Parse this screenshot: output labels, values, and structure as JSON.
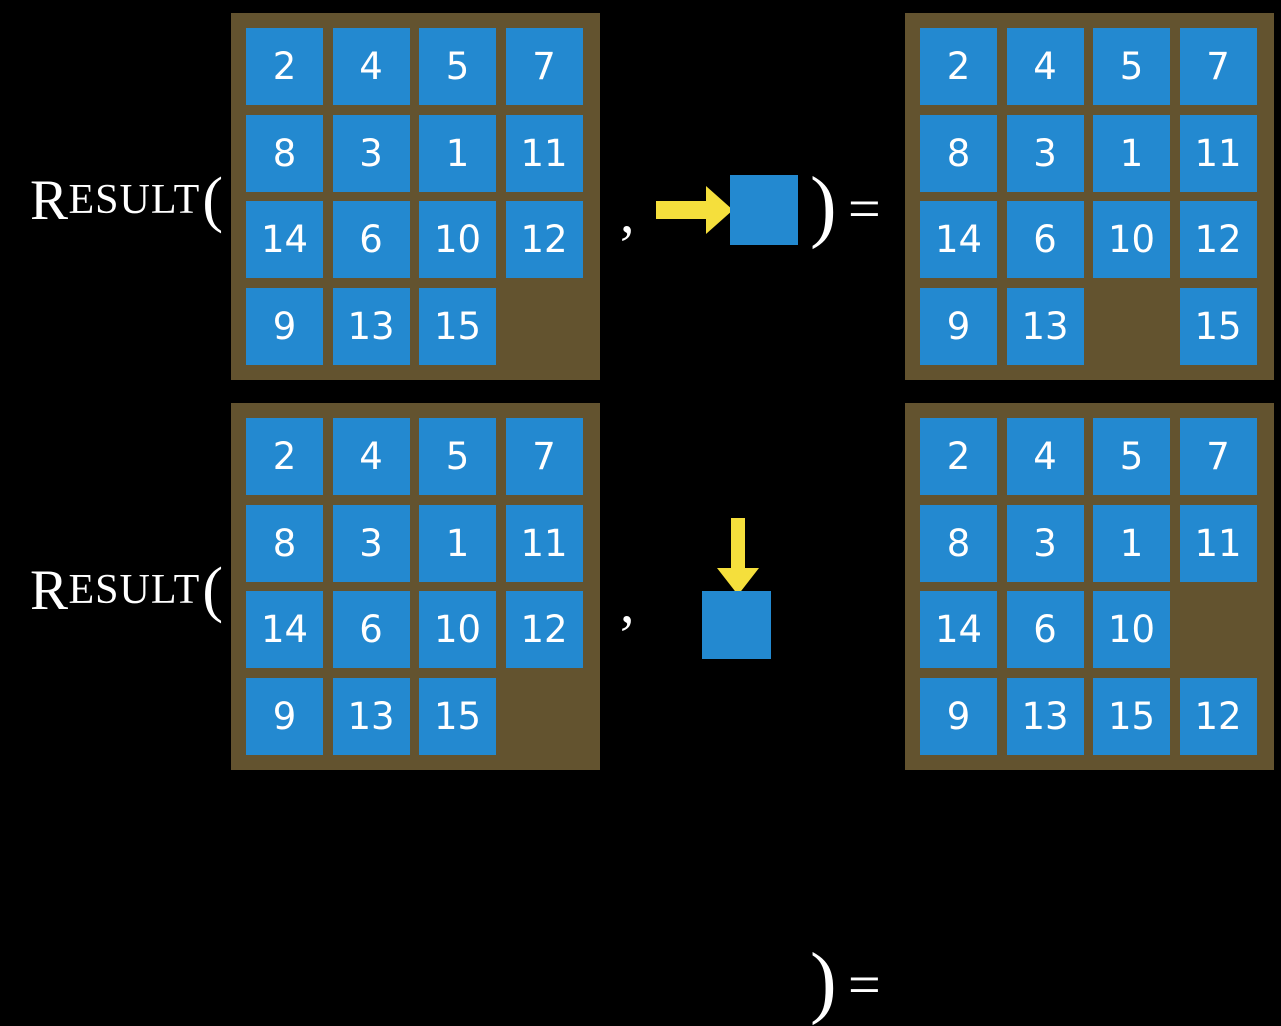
{
  "colors": {
    "background": "#000000",
    "board": "#63532f",
    "tile": "#2389d0",
    "tile_text": "#ffffff",
    "arrow": "#f5df3c",
    "text": "#ffffff"
  },
  "equations": [
    {
      "id": "equation-right-move",
      "label": {
        "initial": "R",
        "rest": "ESULT",
        "open_paren": "("
      },
      "comma": ",",
      "close_paren": ")",
      "equals": "=",
      "action": {
        "direction": "right",
        "icon": "arrow-right-icon",
        "tile": "blue-square"
      },
      "input_board": {
        "rows": 4,
        "cols": 4,
        "cells": [
          [
            "2",
            "4",
            "5",
            "7"
          ],
          [
            "8",
            "3",
            "1",
            "11"
          ],
          [
            "14",
            "6",
            "10",
            "12"
          ],
          [
            "9",
            "13",
            "15",
            ""
          ]
        ],
        "blank": {
          "row": 3,
          "col": 3
        }
      },
      "output_board": {
        "rows": 4,
        "cols": 4,
        "cells": [
          [
            "2",
            "4",
            "5",
            "7"
          ],
          [
            "8",
            "3",
            "1",
            "11"
          ],
          [
            "14",
            "6",
            "10",
            "12"
          ],
          [
            "9",
            "13",
            "",
            "15"
          ]
        ],
        "blank": {
          "row": 3,
          "col": 2
        }
      }
    },
    {
      "id": "equation-down-move",
      "label": {
        "initial": "R",
        "rest": "ESULT",
        "open_paren": "("
      },
      "comma": ",",
      "close_paren": ")",
      "equals": "=",
      "action": {
        "direction": "down",
        "icon": "arrow-down-icon",
        "tile": "blue-square"
      },
      "input_board": {
        "rows": 4,
        "cols": 4,
        "cells": [
          [
            "2",
            "4",
            "5",
            "7"
          ],
          [
            "8",
            "3",
            "1",
            "11"
          ],
          [
            "14",
            "6",
            "10",
            "12"
          ],
          [
            "9",
            "13",
            "15",
            ""
          ]
        ],
        "blank": {
          "row": 3,
          "col": 3
        }
      },
      "output_board": {
        "rows": 4,
        "cols": 4,
        "cells": [
          [
            "2",
            "4",
            "5",
            "7"
          ],
          [
            "8",
            "3",
            "1",
            "11"
          ],
          [
            "14",
            "6",
            "10",
            ""
          ],
          [
            "9",
            "13",
            "15",
            "12"
          ]
        ],
        "blank": {
          "row": 2,
          "col": 3
        }
      }
    }
  ]
}
